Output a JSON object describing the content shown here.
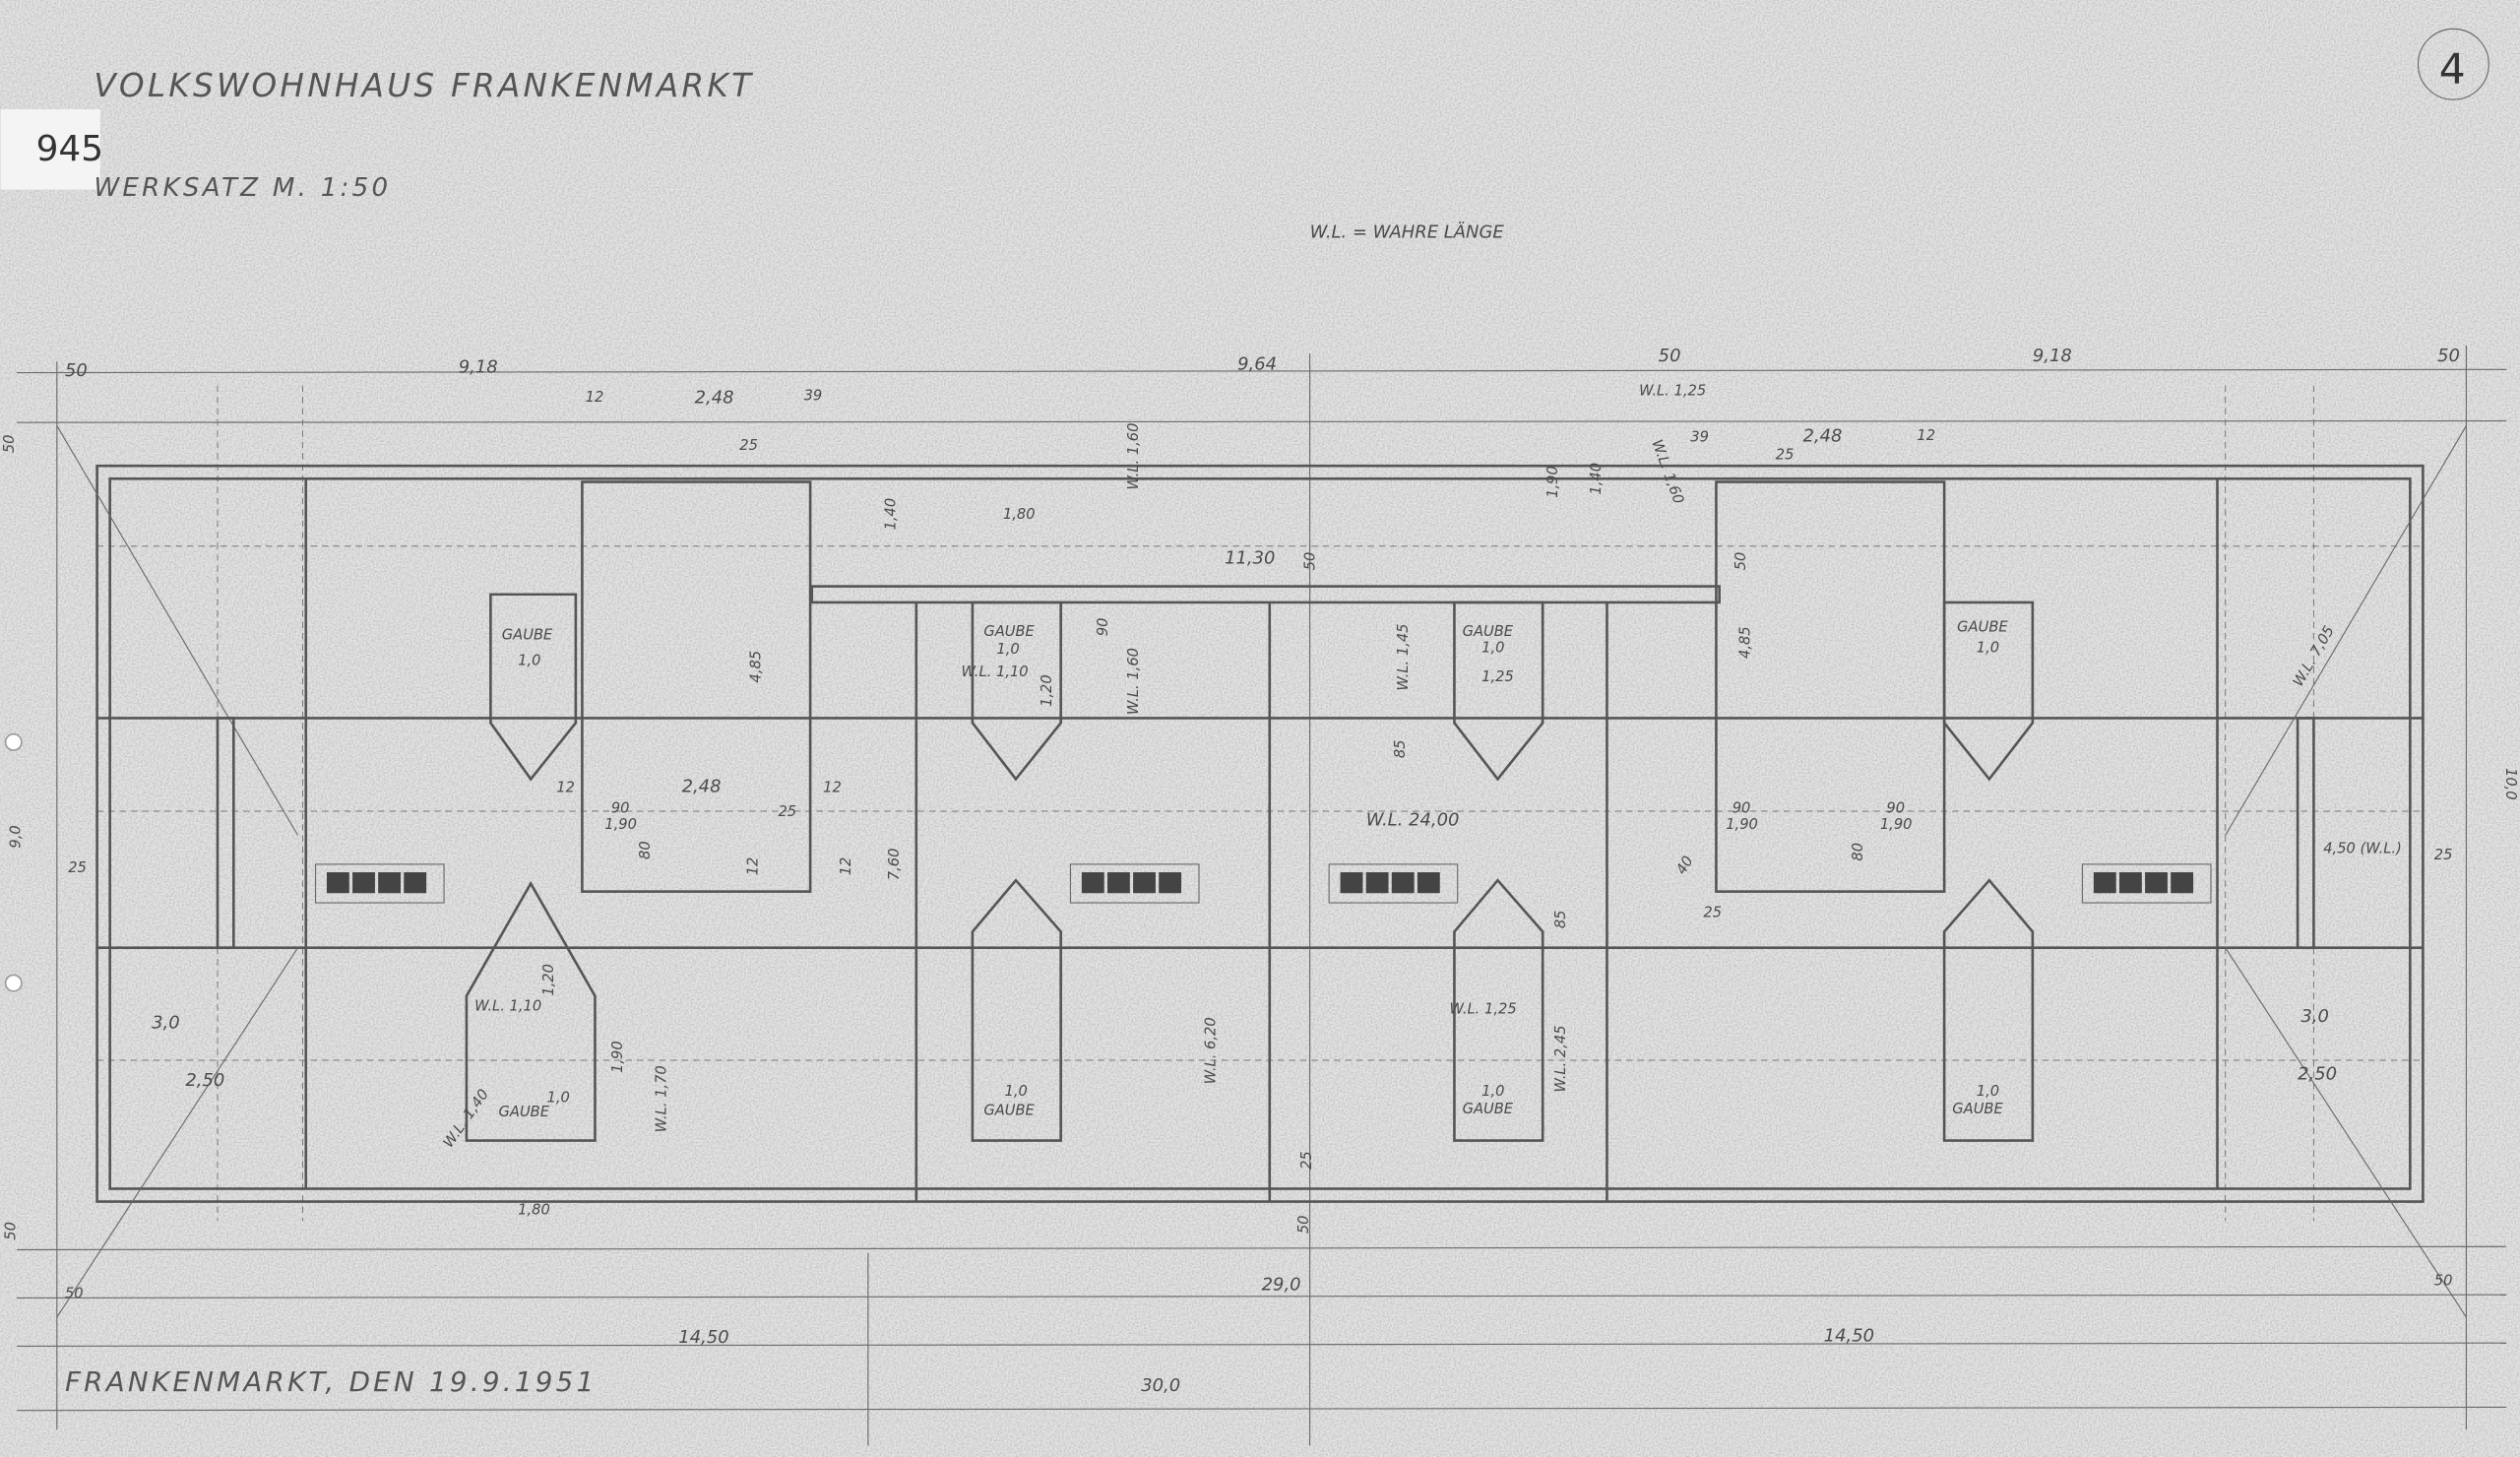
{
  "title": "VOLKSWOHNHAUS FRANKENMARKT",
  "subtitle": "WERKSATZ M. 1:50",
  "sheet_number": "945",
  "page_number": "4",
  "legend": "W.L. = WAHRE LÄNGE",
  "footer": "FRANKENMARKT, DEN 19.9.1951",
  "dims": {
    "top": [
      "50",
      "9,18",
      "9,64",
      "50",
      "9,18",
      "50"
    ],
    "top_left": [
      "12",
      "2,48",
      "39",
      "25"
    ],
    "top_right": [
      "W.L. 1,25",
      "39",
      "2,48",
      "12",
      "25"
    ],
    "upper": [
      "1,40",
      "1,80",
      "W.L. 1,60",
      "11,30",
      "50",
      "1,90",
      "1,40",
      "W.L. 1,60",
      "50"
    ],
    "mid": [
      "4,85",
      "W.L. 1,10",
      "1,20",
      "90",
      "W.L. 1,60",
      "W.L. 1,45",
      "1,25",
      "4,85",
      "W.L. 7,05"
    ],
    "center": [
      "85",
      "12",
      "2,48",
      "12",
      "90",
      "1,90",
      "80",
      "25",
      "12",
      "12",
      "7,60",
      "W.L. 24,00",
      "90",
      "1,90",
      "90",
      "1,90",
      "80",
      "40",
      "25",
      "4,50 (W.L.)",
      "25",
      "25",
      "9,0",
      "10,0",
      "50"
    ],
    "lower": [
      "85",
      "W.L. 1,10",
      "1,20",
      "1,90",
      "W.L. 1,70",
      "W.L. 1,40",
      "W.L. 6,20",
      "W.L. 1,25",
      "W.L. 2,45",
      "3,0",
      "2,50",
      "3,0",
      "2,50",
      "25"
    ],
    "bottom": [
      "1,80",
      "50",
      "50",
      "50",
      "29,0",
      "50",
      "14,50",
      "14,50",
      "30,0"
    ]
  },
  "dormers": [
    {
      "label": "GAUBE",
      "size": "1,0"
    },
    {
      "label": "GAUBE",
      "size": "1,0"
    },
    {
      "label": "GAUBE",
      "size": "1,0"
    },
    {
      "label": "GAUBE",
      "size": "1,0"
    },
    {
      "label": "GAUBE",
      "size": "1,0"
    },
    {
      "label": "GAUBE",
      "size": "1,0"
    },
    {
      "label": "GAUBE",
      "size": "1,0"
    },
    {
      "label": "GAUBE",
      "size": "1,0"
    }
  ]
}
